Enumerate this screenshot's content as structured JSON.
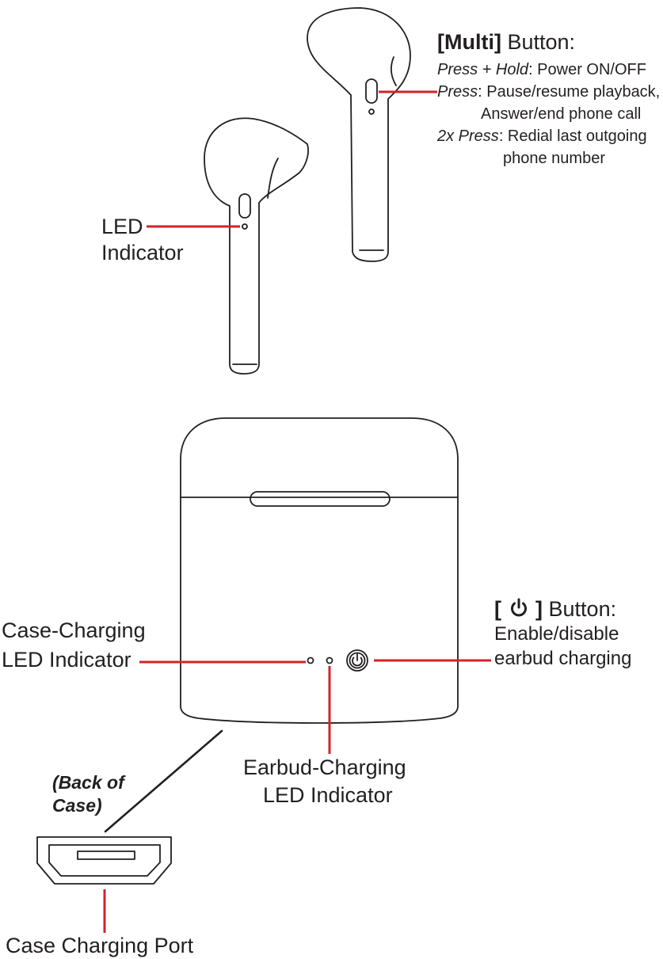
{
  "multi_button": {
    "heading_bracket": "[Multi]",
    "heading_rest": " Button:",
    "rows": [
      {
        "key": "Press + Hold",
        "text": ": Power ON/OFF"
      },
      {
        "key": "Press",
        "text": ": Pause/resume playback,"
      },
      {
        "key": "",
        "text": "Answer/end phone call"
      },
      {
        "key": "2x Press",
        "text": ": Redial last outgoing"
      },
      {
        "key": "",
        "text": "phone number"
      }
    ]
  },
  "led_indicator": {
    "line1": "LED",
    "line2": "Indicator"
  },
  "power_button": {
    "open_bracket": "[",
    "close_bracket": "]",
    "heading_rest": " Button:",
    "line1": "Enable/disable",
    "line2": "earbud charging"
  },
  "case_charging_led": {
    "line1": "Case-Charging",
    "line2": "LED Indicator"
  },
  "earbud_charging_led": {
    "line1": "Earbud-Charging",
    "line2": "LED Indicator"
  },
  "back_of_case": {
    "line1": "(Back of",
    "line2": "Case)"
  },
  "case_charging_port": {
    "label": "Case Charging Port"
  },
  "colors": {
    "callout": "#d2232a",
    "line": "#231f20",
    "background": "#ffffff"
  },
  "icons": [
    "power-icon"
  ]
}
